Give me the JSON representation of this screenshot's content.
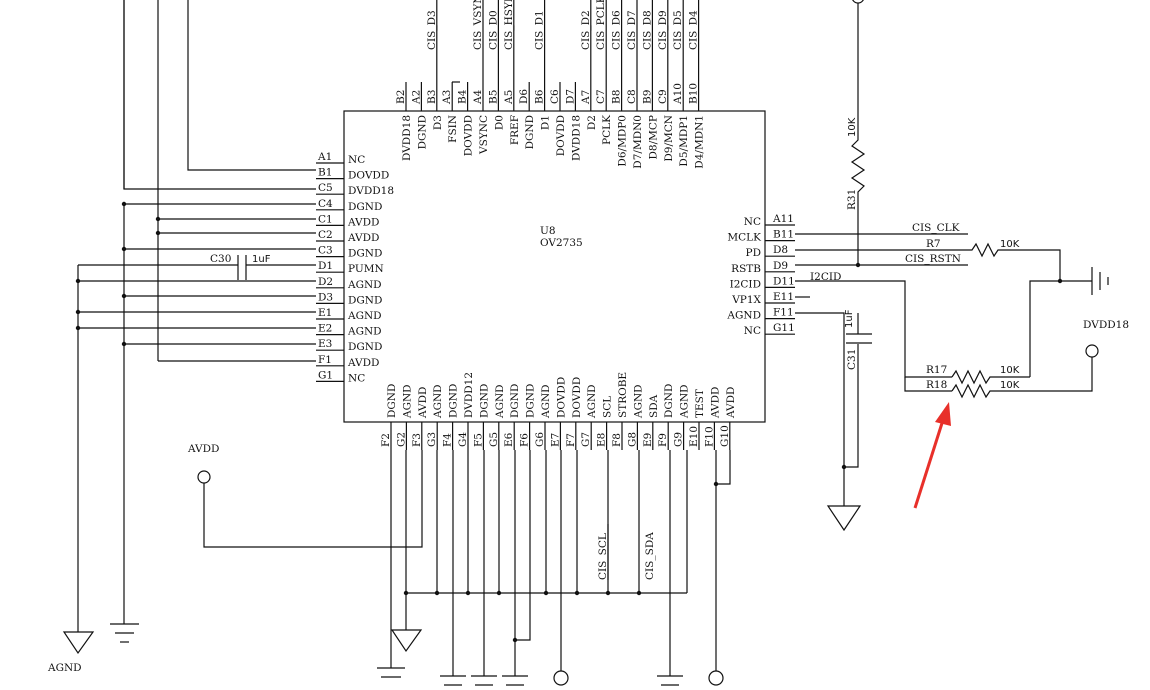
{
  "chip": {
    "ref": "U8",
    "part": "OV2735",
    "left_pins": [
      {
        "num": "A1",
        "name": "NC"
      },
      {
        "num": "B1",
        "name": "DOVDD"
      },
      {
        "num": "C5",
        "name": "DVDD18"
      },
      {
        "num": "C4",
        "name": "DGND"
      },
      {
        "num": "C1",
        "name": "AVDD"
      },
      {
        "num": "C2",
        "name": "AVDD"
      },
      {
        "num": "C3",
        "name": "DGND"
      },
      {
        "num": "D1",
        "name": "PUMN"
      },
      {
        "num": "D2",
        "name": "AGND"
      },
      {
        "num": "D3",
        "name": "DGND"
      },
      {
        "num": "E1",
        "name": "AGND"
      },
      {
        "num": "E2",
        "name": "AGND"
      },
      {
        "num": "E3",
        "name": "DGND"
      },
      {
        "num": "F1",
        "name": "AVDD"
      },
      {
        "num": "G1",
        "name": "NC"
      }
    ],
    "right_pins": [
      {
        "num": "A11",
        "name": "NC"
      },
      {
        "num": "B11",
        "name": "MCLK"
      },
      {
        "num": "D8",
        "name": "PD"
      },
      {
        "num": "D9",
        "name": "RSTB"
      },
      {
        "num": "D11",
        "name": "I2CID"
      },
      {
        "num": "E11",
        "name": "VP1X"
      },
      {
        "num": "F11",
        "name": "AGND"
      },
      {
        "num": "G11",
        "name": "NC"
      }
    ],
    "top_pins": [
      {
        "num": "B2",
        "name": "DVDD18",
        "net": ""
      },
      {
        "num": "A2",
        "name": "DGND",
        "net": ""
      },
      {
        "num": "B3",
        "name": "D3",
        "net": "CIS_D3"
      },
      {
        "num": "A3",
        "name": "FSIN",
        "net": ""
      },
      {
        "num": "B4",
        "name": "DOVDD",
        "net": ""
      },
      {
        "num": "A4",
        "name": "VSYNC",
        "net": "CIS_VSYNC"
      },
      {
        "num": "B5",
        "name": "D0",
        "net": "CIS_D0"
      },
      {
        "num": "A5",
        "name": "FREF",
        "net": "CIS_HSYNC"
      },
      {
        "num": "D6",
        "name": "DGND",
        "net": ""
      },
      {
        "num": "B6",
        "name": "D1",
        "net": "CIS_D1"
      },
      {
        "num": "C6",
        "name": "DOVDD",
        "net": ""
      },
      {
        "num": "D7",
        "name": "DVDD18",
        "net": ""
      },
      {
        "num": "A7",
        "name": "D2",
        "net": "CIS_D2"
      },
      {
        "num": "C7",
        "name": "PCLK",
        "net": "CIS_PCLK"
      },
      {
        "num": "B8",
        "name": "D6/MDP0",
        "net": "CIS_D6"
      },
      {
        "num": "C8",
        "name": "D7/MDN0",
        "net": "CIS_D7"
      },
      {
        "num": "B9",
        "name": "D8/MCP",
        "net": "CIS_D8"
      },
      {
        "num": "C9",
        "name": "D9/MCN",
        "net": "CIS_D9"
      },
      {
        "num": "A10",
        "name": "D5/MDP1",
        "net": "CIS_D5"
      },
      {
        "num": "B10",
        "name": "D4/MDN1",
        "net": "CIS_D4"
      }
    ],
    "bottom_pins": [
      {
        "num": "F2",
        "name": "DGND",
        "net": ""
      },
      {
        "num": "G2",
        "name": "AGND",
        "net": ""
      },
      {
        "num": "F3",
        "name": "AVDD",
        "net": ""
      },
      {
        "num": "G3",
        "name": "AGND",
        "net": ""
      },
      {
        "num": "F4",
        "name": "DGND",
        "net": ""
      },
      {
        "num": "G4",
        "name": "DVDD12",
        "net": ""
      },
      {
        "num": "F5",
        "name": "DGND",
        "net": ""
      },
      {
        "num": "G5",
        "name": "AGND",
        "net": ""
      },
      {
        "num": "E6",
        "name": "DGND",
        "net": ""
      },
      {
        "num": "F6",
        "name": "DGND",
        "net": ""
      },
      {
        "num": "G6",
        "name": "AGND",
        "net": ""
      },
      {
        "num": "E7",
        "name": "DOVDD",
        "net": ""
      },
      {
        "num": "F7",
        "name": "DOVDD",
        "net": ""
      },
      {
        "num": "G7",
        "name": "AGND",
        "net": ""
      },
      {
        "num": "E8",
        "name": "SCL",
        "net": "CIS_SCL"
      },
      {
        "num": "F8",
        "name": "STROBE",
        "net": ""
      },
      {
        "num": "G8",
        "name": "AGND",
        "net": ""
      },
      {
        "num": "E9",
        "name": "SDA",
        "net": "CIS_SDA"
      },
      {
        "num": "F9",
        "name": "DGND",
        "net": ""
      },
      {
        "num": "G9",
        "name": "AGND",
        "net": ""
      },
      {
        "num": "E10",
        "name": "TEST",
        "net": ""
      },
      {
        "num": "F10",
        "name": "AVDD",
        "net": ""
      },
      {
        "num": "G10",
        "name": "AVDD",
        "net": ""
      }
    ]
  },
  "nets": {
    "mclk": "CIS_CLK",
    "rstn": "CIS_RSTN",
    "i2cid": "I2CID"
  },
  "components": {
    "c30": {
      "ref": "C30",
      "value": "1uF"
    },
    "c31": {
      "ref": "C31",
      "value": "1uF"
    },
    "r7": {
      "ref": "R7",
      "value": "10K"
    },
    "r17": {
      "ref": "R17",
      "value": "10K"
    },
    "r18": {
      "ref": "R18",
      "value": "10K"
    },
    "r31": {
      "ref": "R31",
      "value": "10K"
    }
  },
  "power": {
    "agnd": "AGND",
    "avdd": "AVDD",
    "dvdd18": "DVDD18"
  },
  "colors": {
    "line": "#111111",
    "arrow": "#e8302a"
  }
}
